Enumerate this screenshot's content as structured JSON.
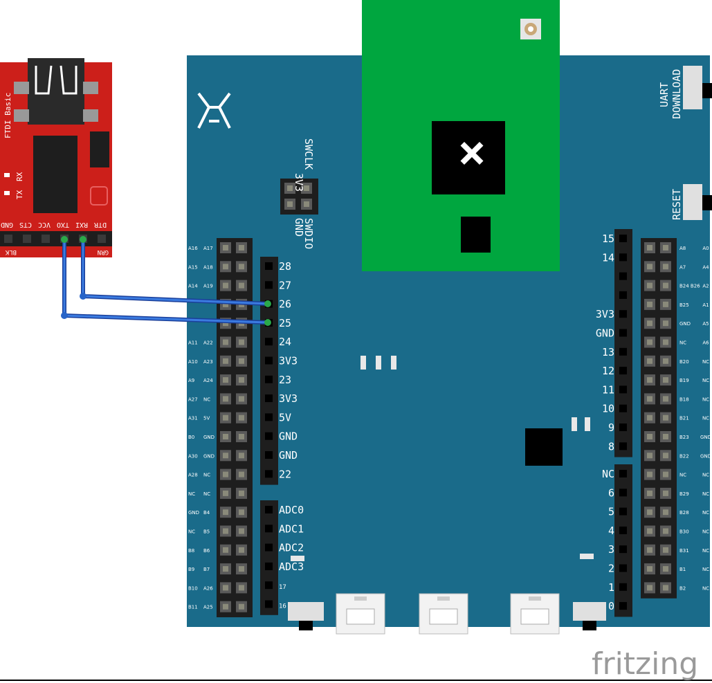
{
  "ftdi": {
    "title": "FTDI Basic",
    "tx": "TX",
    "rx": "RX",
    "header_pins": [
      "GND",
      "CTS",
      "VCC",
      "TXO",
      "RXI",
      "DTR"
    ],
    "blk": "BLK",
    "grn": "GRN"
  },
  "board": {
    "uart_label_1": "UART",
    "uart_label_2": "DOWNLOAD",
    "reset_label": "RESET",
    "swd_top": [
      "3V3",
      "SWCLK"
    ],
    "swd_bottom": [
      "GND",
      "SWDIO"
    ],
    "left_header_a": [
      "28",
      "27",
      "26",
      "25",
      "24",
      "3V3",
      "23",
      "3V3",
      "5V",
      "GND",
      "GND",
      "22"
    ],
    "left_header_b": [
      "ADC0",
      "ADC1",
      "ADC2",
      "ADC3",
      "17",
      "16"
    ],
    "right_header_a": [
      "15",
      "14",
      "",
      "",
      "3V3",
      "GND",
      "13",
      "12",
      "11",
      "10",
      "9",
      "8"
    ],
    "right_header_b": [
      "NC",
      "6",
      "5",
      "4",
      "3",
      "2",
      "1",
      "0"
    ],
    "double_left_rows": [
      [
        "A16",
        "A17"
      ],
      [
        "A15",
        "A18"
      ],
      [
        "A14",
        "A19"
      ],
      [
        "",
        ""
      ],
      [
        "",
        ""
      ],
      [
        "A11",
        "A22"
      ],
      [
        "A10",
        "A23"
      ],
      [
        "A9",
        "A24"
      ],
      [
        "A27",
        "NC"
      ],
      [
        "A31",
        "5V"
      ],
      [
        "B0",
        "GND"
      ],
      [
        "A30",
        "GND"
      ],
      [
        "A28",
        "NC"
      ],
      [
        "NC",
        "NC"
      ],
      [
        "GND",
        "B4"
      ],
      [
        "NC",
        "B5"
      ],
      [
        "B8",
        "B6"
      ],
      [
        "B9",
        "B7"
      ],
      [
        "B10",
        "A26"
      ],
      [
        "B11",
        "A25"
      ]
    ],
    "double_right_rows": [
      [
        "A8",
        "A0"
      ],
      [
        "A7",
        "A4"
      ],
      [
        "B24 B26",
        "A2"
      ],
      [
        "B25",
        "A1"
      ],
      [
        "GND",
        "A5"
      ],
      [
        "NC",
        "A6"
      ],
      [
        "B20",
        "NC"
      ],
      [
        "B19",
        "NC"
      ],
      [
        "B18",
        "NC"
      ],
      [
        "B21",
        "NC"
      ],
      [
        "B23",
        "GND"
      ],
      [
        "B22",
        "GND"
      ],
      [
        "NC",
        "NC"
      ],
      [
        "B29",
        "NC"
      ],
      [
        "B28",
        "NC"
      ],
      [
        "B30",
        "NC"
      ],
      [
        "B31",
        "NC"
      ],
      [
        "B1",
        "NC"
      ],
      [
        "B2",
        "NC"
      ]
    ]
  },
  "footer": {
    "brand": "fritzing"
  },
  "colors": {
    "board": "#1a6b8a",
    "module": "#00a63f",
    "ftdi": "#cc1f1a",
    "wire": "#2864c8"
  }
}
